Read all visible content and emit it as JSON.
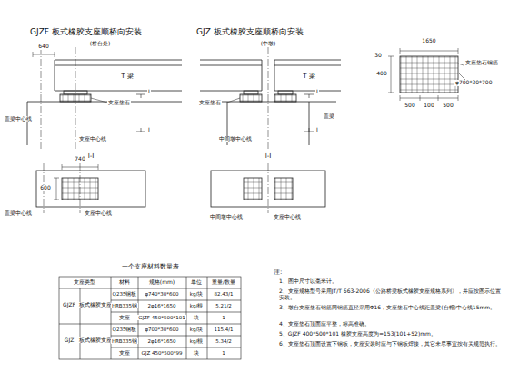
{
  "diagram": {
    "labels": [
      "GJZF 板式橡胶支座顺桥向安装",
      "(桥台处)",
      "640",
      "T 梁",
      "支座垫石",
      "盖梁中心线",
      "支座中心线",
      "I",
      "I",
      "I-I",
      "盖梁中心线",
      "740",
      "600",
      "支座中心线",
      "GJZ 板式橡胶支座顺桥向安装",
      "(中墩)",
      "T 梁",
      "支座垫石",
      "中间墩中心线",
      "盖梁",
      "I",
      "I",
      "I-I",
      "中间墩中心线",
      "支座中心线",
      "400",
      "1650",
      "30",
      "500",
      "100",
      "500",
      "支座垫石钢筋",
      "φ700*30*700",
      "一个支座材料数量表",
      "支座类型",
      "材料",
      "规格(mm)",
      "单位",
      "重量/数量",
      "GJZF",
      "板式橡胶支座",
      "Q235钢板",
      "φ740*30*600",
      "kg/块",
      "82.43/1",
      "HRB335钢",
      "2φ16*1650",
      "kg/根",
      "5.21/2",
      "支座",
      "GJZF 450*500*101",
      "块",
      "1",
      "GJZ",
      "板式橡胶支座",
      "Q235钢板",
      "φ700*30*600",
      "kg/块",
      "115.4/1",
      "HRB335钢",
      "2φ16*1650",
      "kg/根",
      "5.34/2",
      "支座",
      "GJZ 450*500*99",
      "块",
      "1",
      "注:",
      "1、图中尺寸以毫米计。",
      "2、支座规格型号采用JT/T 663-2006《公路桥梁板式橡胶支座规格系列》，并应按图示位置安装。",
      "3、墩台支座垫石钢筋网钢筋直径采用Φ16，支座垫石中心线距盖梁(台帽)中心线15mm。",
      "4、支座垫石顶面应平整，标高准确。",
      "5、GJZF 400*500*101 橡胶支座高度为=153(101+52)mm。",
      "6、支座垫石顶面设置下钢板，支座安装时应与下钢板焊接，其它未尽事宜按有关规范执行。"
    ]
  }
}
